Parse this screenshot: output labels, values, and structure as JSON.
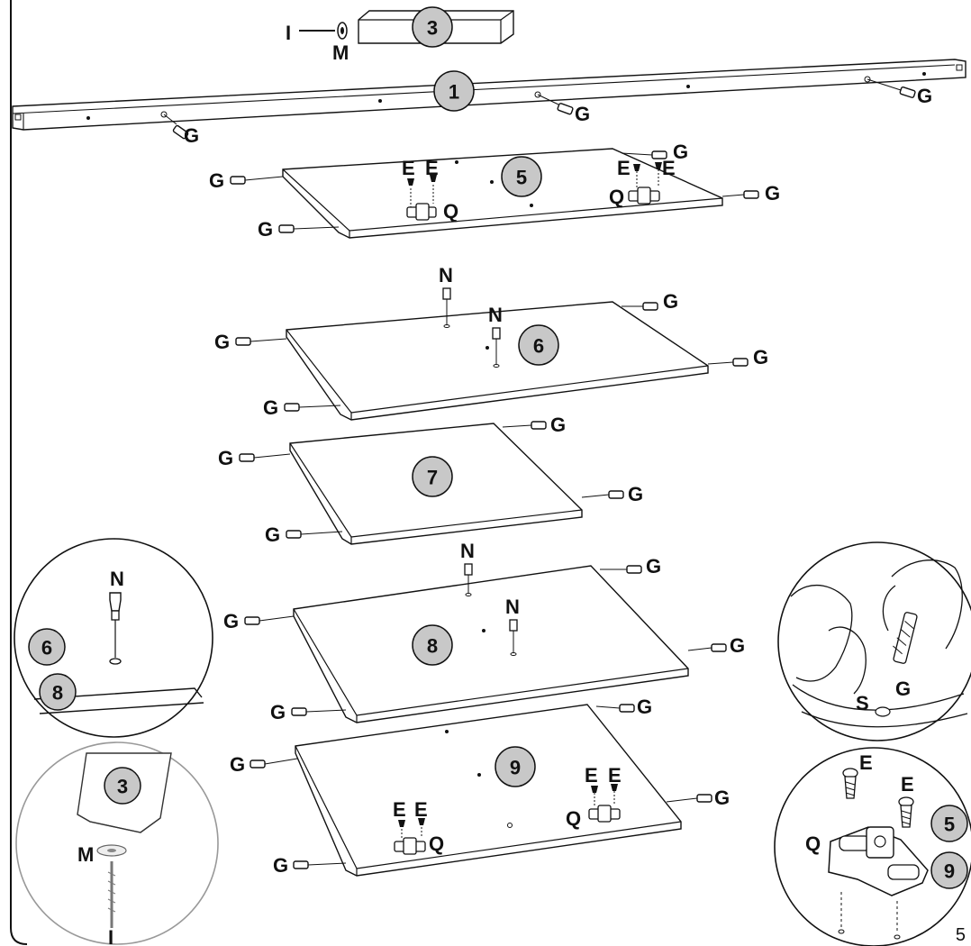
{
  "parts": {
    "p1": "1",
    "p3": "3",
    "p5": "5",
    "p6": "6",
    "p7": "7",
    "p8": "8",
    "p9": "9"
  },
  "hardware": {
    "dowel": "G",
    "screw": "E",
    "hinge_plate": "Q",
    "shelf_pin": "N",
    "bolt": "I",
    "washer": "M",
    "glue": "S"
  },
  "detail_panels": {
    "shelf_pin_detail": {
      "label": "N",
      "parts": [
        "6",
        "8"
      ]
    },
    "leg_detail": {
      "part": "3",
      "washer": "M",
      "bolt": "I"
    },
    "glue_detail": {
      "glue": "S",
      "dowel": "G"
    },
    "hinge_detail": {
      "screw_a": "E",
      "screw_b": "E",
      "plate": "Q",
      "parts": [
        "5",
        "9"
      ]
    }
  },
  "page_number": "5",
  "colors": {
    "badge_fill": "#c8c8c8",
    "line": "#111111"
  }
}
